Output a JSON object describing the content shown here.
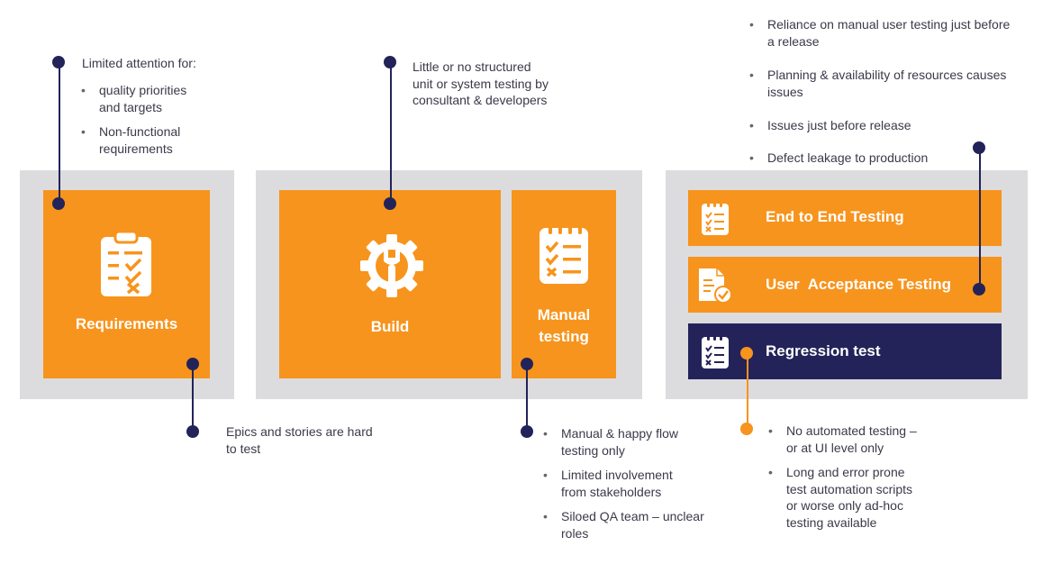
{
  "boxes": {
    "requirements": "Requirements",
    "build": "Build",
    "manual_testing_line1": "Manual",
    "manual_testing_line2": "testing",
    "end_to_end": "End to End Testing",
    "uat": "User  Acceptance Testing",
    "regression": "Regression test"
  },
  "notes": {
    "requirements_top": {
      "intro": "Limited attention for:",
      "bullets": [
        [
          "quality priorities",
          "and targets"
        ],
        [
          "Non-functional",
          "requirements"
        ]
      ]
    },
    "requirements_bottom": [
      "Epics and stories are hard",
      "to test"
    ],
    "build_top": [
      "Little or no structured",
      "unit or system testing by",
      "consultant  & developers"
    ],
    "manual_bottom": [
      [
        "Manual & happy flow",
        "testing only"
      ],
      [
        "Limited involvement",
        "from stakeholders"
      ],
      [
        "Siloed QA team – unclear",
        "roles"
      ]
    ],
    "testing_top": [
      [
        "Reliance on manual user testing just before",
        "a release"
      ],
      [
        "Planning & availability of resources causes",
        "issues"
      ],
      [
        "Issues just before release"
      ],
      [
        "Defect leakage to production"
      ]
    ],
    "regression_bottom": [
      [
        "No automated testing –",
        "or at UI level only"
      ],
      [
        "Long and error prone",
        "test automation scripts",
        "or worse only ad-hoc",
        "testing available"
      ]
    ]
  },
  "colors": {
    "orange": "#f7941d",
    "navy": "#23235a",
    "panel": "#dcdcde"
  },
  "icons": [
    "clipboard-checklist-icon",
    "gear-wrench-icon",
    "checklist-notepad-icon",
    "document-check-icon"
  ]
}
